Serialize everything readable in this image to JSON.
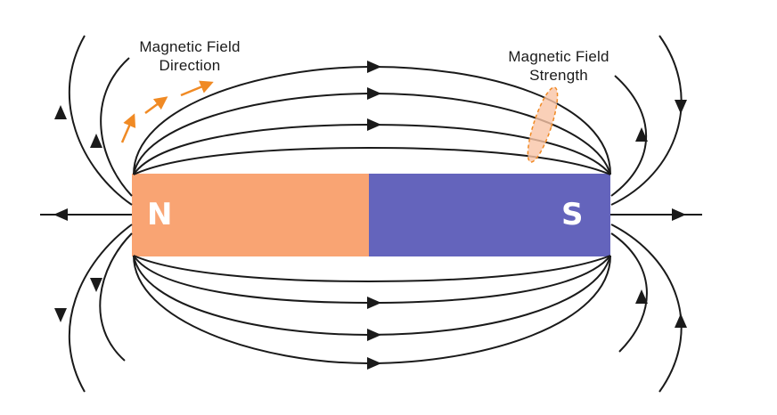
{
  "labels": {
    "direction": [
      "Magnetic Field",
      "Direction"
    ],
    "strength": [
      "Magnetic Field",
      "Strength"
    ]
  },
  "magnet": {
    "north_label": "N",
    "south_label": "S",
    "north_color": "#f9a473",
    "south_color": "#6464bc"
  },
  "colors": {
    "field_line": "#1a1a1a",
    "direction_arrow": "#f08a24",
    "strength_marker_fill": "#f9c4a6",
    "strength_marker_stroke": "#f08a24"
  }
}
